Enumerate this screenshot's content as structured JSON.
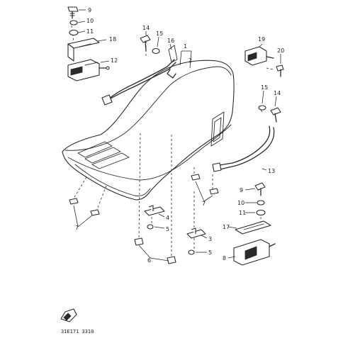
{
  "figure_code": "31E171 3310",
  "callouts": {
    "c9_top": "9",
    "c10_top": "10",
    "c11_top": "11",
    "c18": "18",
    "c12": "12",
    "c14_top": "14",
    "c15_top": "15",
    "c16": "16",
    "c1": "1",
    "c2": "2",
    "c19": "19",
    "c20": "20",
    "c15_right": "15",
    "c14_right": "14",
    "c13": "13",
    "c7_left": "7",
    "c7_right": "7",
    "c4": "4",
    "c5_a": "5",
    "c5_b": "5",
    "c3": "3",
    "c6": "6",
    "c9_bottom": "9",
    "c10_bottom": "10",
    "c11_bottom": "11",
    "c17": "17",
    "c8": "8"
  },
  "colors": {
    "ink": "#2a2a2a",
    "background": "#ffffff"
  }
}
